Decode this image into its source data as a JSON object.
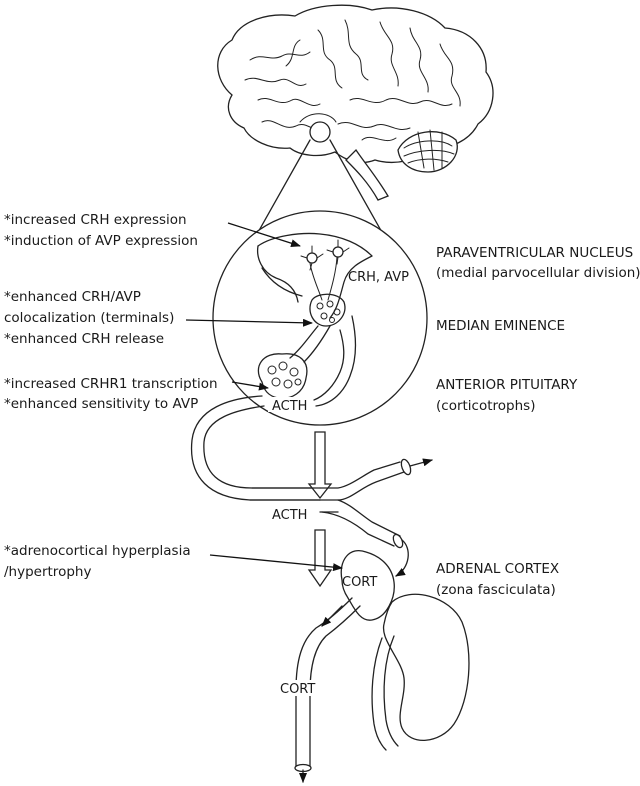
{
  "left_annotations": {
    "pvn": [
      "*increased CRH expression",
      "*induction of AVP expression"
    ],
    "me": [
      "*enhanced CRH/AVP",
      "colocalization (terminals)",
      "*enhanced CRH release"
    ],
    "pit": [
      "*increased CRHR1 transcription",
      "*enhanced sensitivity to AVP"
    ],
    "adr": [
      "*adrenocortical hyperplasia",
      "/hypertrophy"
    ]
  },
  "right_labels": {
    "pvn": [
      "PARAVENTRICULAR NUCLEUS",
      "(medial parvocellular division)"
    ],
    "me": [
      "MEDIAN EMINENCE"
    ],
    "pit": [
      "ANTERIOR PITUITARY",
      "(corticotrophs)"
    ],
    "adr": [
      "ADRENAL CORTEX",
      "(zona fasciculata)"
    ]
  },
  "inner_labels": {
    "crh_avp": "CRH, AVP",
    "acth_top": "ACTH",
    "acth_mid": "ACTH",
    "cort_gland": "CORT",
    "cort_vessel": "CORT"
  }
}
